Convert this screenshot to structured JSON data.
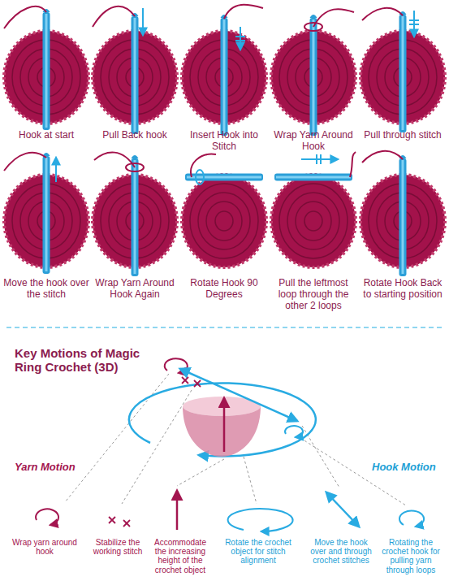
{
  "diagram": {
    "title": "Key Motions of Magic Ring Crochet (3D)",
    "labels": [
      "Hook at start",
      "Pull Back hook",
      "Insert Hook into Stitch",
      "Wrap Yarn Around Hook",
      "Pull through stitch",
      "Move the hook over the stitch",
      "Wrap Yarn Around Hook Again",
      "Rotate Hook 90 Degrees",
      "Pull the leftmost loop through the other 2 loops",
      "Rotate Hook Back to starting position",
      "Yarn Motion",
      "Hook Motion",
      "Wrap yarn around hook",
      "Stabilize the working stitch",
      "Accommodate the increasing height of the crochet object",
      "Rotate the crochet object for stitch alignment",
      "Move the hook over and through crochet stitches",
      "Rotating the crochet hook for pulling yarn through loops"
    ]
  }
}
